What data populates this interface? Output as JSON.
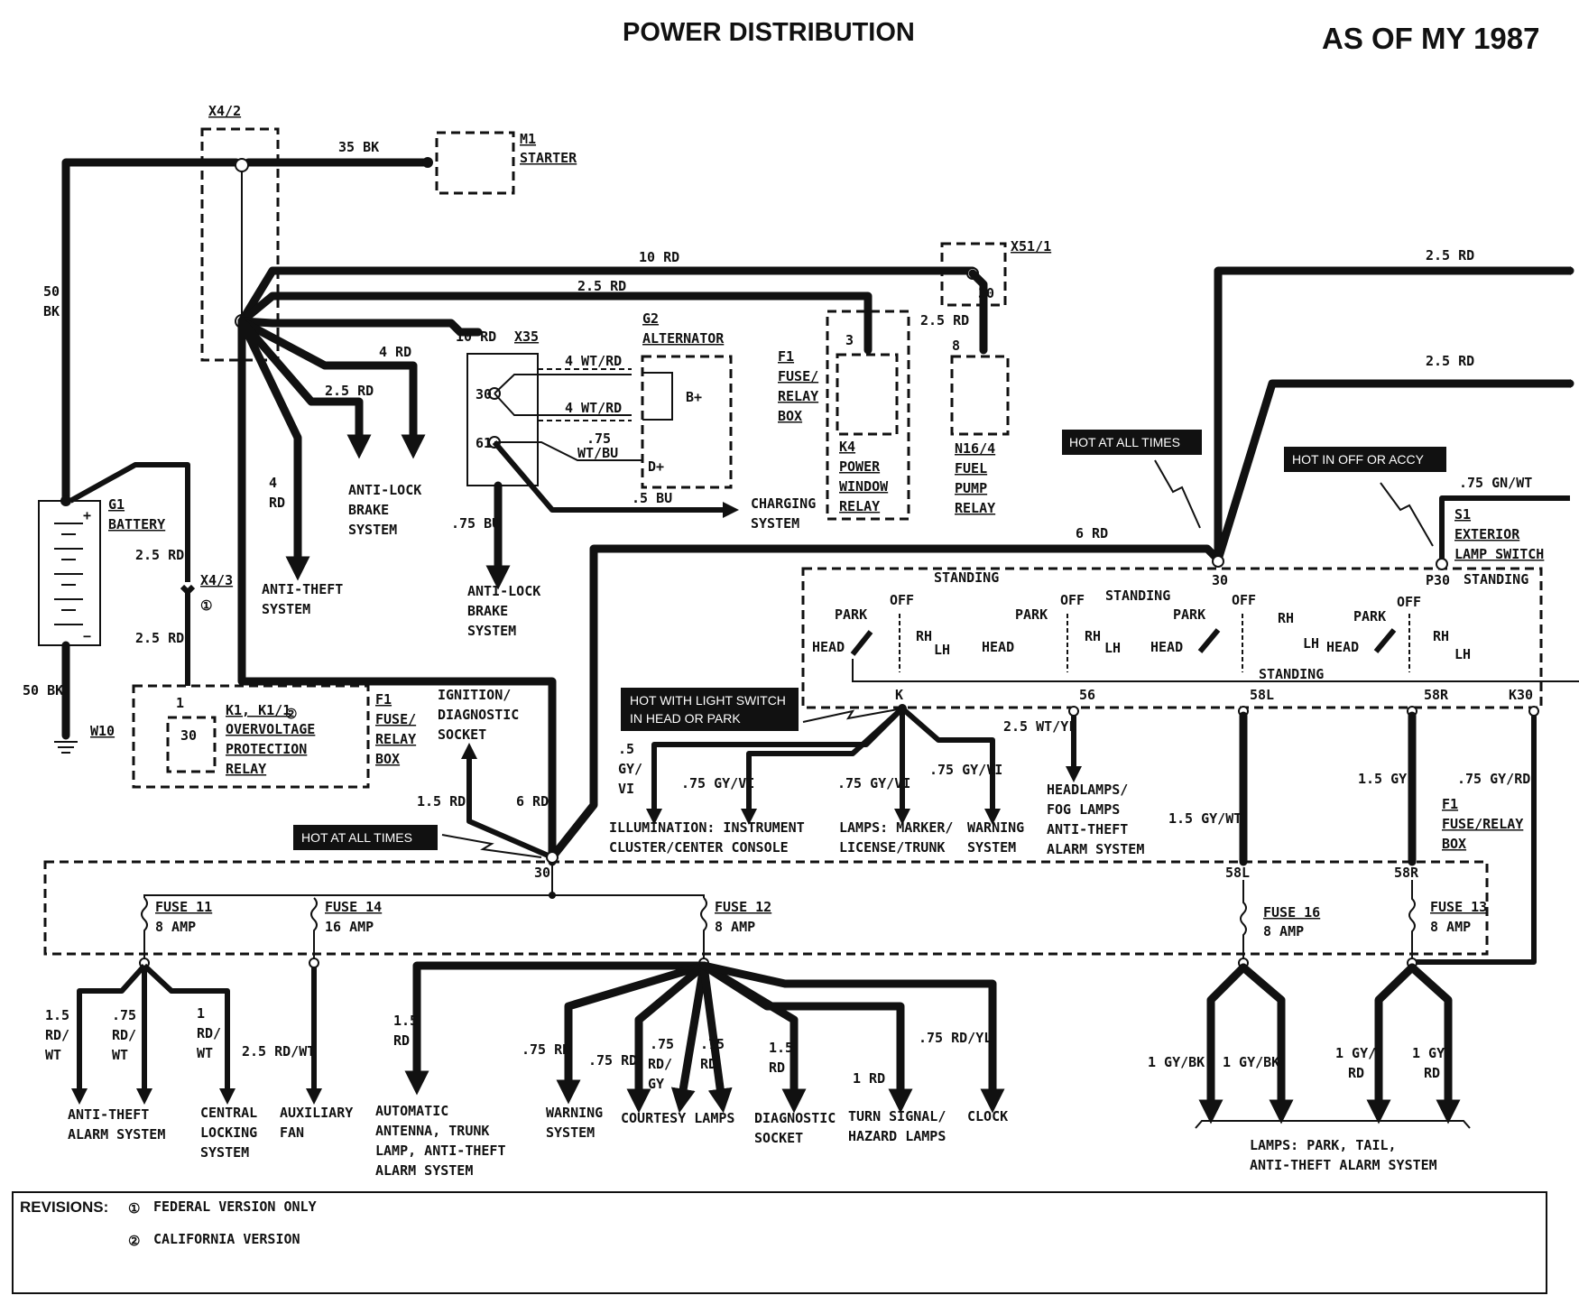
{
  "header": {
    "title": "POWER DISTRIBUTION",
    "model_year": "AS OF MY 1987"
  },
  "components": {
    "x4_2": "X4/2",
    "m1": "M1",
    "starter": "STARTER",
    "x51_1": "X51/1",
    "x35": "X35",
    "g2": "G2",
    "alternator": "ALTERNATOR",
    "f1_a": "F1",
    "fuse_a": "FUSE/",
    "relay_a": "RELAY",
    "box_a": "BOX",
    "k4": "K4",
    "power": "POWER",
    "window": "WINDOW",
    "relay_k4": "RELAY",
    "n16_4": "N16/4",
    "fuel": "FUEL",
    "pump": "PUMP",
    "relay_n16": "RELAY",
    "g1": "G1",
    "battery": "BATTERY",
    "x4_3": "X4/3",
    "w10": "W10",
    "k1": "K1, K1/1",
    "overvoltage": "OVERVOLTAGE",
    "protection": "PROTECTION",
    "relay_k1": "RELAY",
    "f1_b": "F1",
    "fuse_b": "FUSE/",
    "relay_b": "RELAY",
    "box_b": "BOX",
    "s1": "S1",
    "exterior": "EXTERIOR",
    "lamp_switch": "LAMP SWITCH",
    "f1_c": "F1",
    "fuse_relay_c": "FUSE/RELAY",
    "box_c": "BOX"
  },
  "wires": {
    "w35bk": "35 BK",
    "w50bk_top": "50",
    "w50bk_bot": "BK",
    "w10rd": "10 RD",
    "w25rd_a": "2.5 RD",
    "w10rd_x35": "10 RD",
    "w4rd_a": "4 RD",
    "w25rd_b": "2.5 RD",
    "w4rd_b_top": "4",
    "w4rd_b_bot": "RD",
    "w4wtrd_a": "4 WT/RD",
    "w4wtrd_b": "4 WT/RD",
    "w75_top": ".75",
    "w75_bot": "WT/BU",
    "w5bu": ".5 BU",
    "w75bu": ".75 BU",
    "w25rd_n16": "2.5 RD",
    "w25rd_x43a": "2.5 RD",
    "w25rd_x43b": "2.5 RD",
    "w50bk_w10": "50 BK",
    "w6rd_a": "6 RD",
    "w25rd_r1": "2.5 RD",
    "w25rd_r2": "2.5 RD",
    "w75gnwt": ".75 GN/WT",
    "w15rd_ign": "1.5 RD",
    "w6rd_b": "6 RD",
    "w5gy_a": ".5",
    "w5gy_b": "GY/",
    "w5gy_c": "VI",
    "w75gyvi_a": ".75 GY/VI",
    "w75gyvi_b": ".75 GY/VI",
    "w75gyvi_c": ".75 GY/VI",
    "w25wtyl": "2.5 WT/YL",
    "w15gywt": "1.5 GY/WT",
    "w15gy": "1.5 GY",
    "w75gyrd": ".75 GY/RD"
  },
  "pins": {
    "p30_x35": "30",
    "p61_x35": "61",
    "p_bplus": "B+",
    "p_dplus": "D+",
    "p3_k4": "3",
    "p8_n16": "8",
    "p30_x51": "30",
    "p30_k1": "30",
    "p1_k1": "1",
    "p30_s1": "30",
    "pP30": "P30",
    "pK": "K",
    "p56": "56",
    "p58L": "58L",
    "p58R": "58R",
    "pK30": "K30",
    "p30_fuse": "30",
    "p58L_f": "58L",
    "p58R_f": "58R",
    "circ1": "①",
    "circ2": "②"
  },
  "switch_labels": {
    "standing_1": "STANDING",
    "park_1": "PARK",
    "off_1": "OFF",
    "head_1": "HEAD",
    "rh_1": "RH",
    "lh_1": "LH",
    "park_2": "PARK",
    "off_2": "OFF",
    "standing_2": "STANDING",
    "head_2": "HEAD",
    "rh_2": "RH",
    "lh_2": "LH",
    "park_3": "PARK",
    "off_3": "OFF",
    "head_3": "HEAD",
    "rh_3": "RH",
    "lh_3": "LH",
    "standing_3": "STANDING",
    "park_4": "PARK",
    "off_4": "OFF",
    "head_4": "HEAD",
    "standing_4": "STANDING",
    "rh_4": "RH",
    "lh_4": "LH"
  },
  "flags": {
    "hot_all_times_1": "HOT AT ALL TIMES",
    "hot_off_accy": "HOT IN OFF OR ACCY",
    "hot_light_a": "HOT WITH LIGHT SWITCH",
    "hot_light_b": "IN HEAD OR PARK",
    "hot_all_times_2": "HOT AT ALL TIMES"
  },
  "fuses": {
    "f11": "FUSE 11",
    "f11_amp": "8 AMP",
    "f14": "FUSE 14",
    "f14_amp": "16 AMP",
    "f12": "FUSE 12",
    "f12_amp": "8 AMP",
    "f16": "FUSE 16",
    "f16_amp": "8 AMP",
    "f13": "FUSE 13",
    "f13_amp": "8 AMP"
  },
  "destinations": {
    "abs_1a": "ANTI-LOCK",
    "abs_1b": "BRAKE",
    "abs_1c": "SYSTEM",
    "at_1a": "ANTI-THEFT",
    "at_1b": "SYSTEM",
    "abs_2a": "ANTI-LOCK",
    "abs_2b": "BRAKE",
    "abs_2c": "SYSTEM",
    "charging_a": "CHARGING",
    "charging_b": "SYSTEM",
    "ign_a": "IGNITION/",
    "ign_b": "DIAGNOSTIC",
    "ign_c": "SOCKET",
    "illum_a": "ILLUMINATION: INSTRUMENT",
    "illum_b": "CLUSTER/CENTER CONSOLE",
    "lamps_a": "LAMPS: MARKER/",
    "lamps_b": "LICENSE/TRUNK",
    "warn_a": "WARNING",
    "warn_b": "SYSTEM",
    "head_a": "HEADLAMPS/",
    "head_b": "FOG LAMPS",
    "head_c": "ANTI-THEFT",
    "head_d": "ALARM SYSTEM"
  },
  "bottom_branches": {
    "b1a": "1.5",
    "b1b": "RD/",
    "b1c": "WT",
    "b2a": ".75",
    "b2b": "RD/",
    "b2c": "WT",
    "b3a": "1",
    "b3b": "RD/",
    "b3c": "WT",
    "b4": "2.5 RD/WT",
    "b5a": "1.5",
    "b5b": "RD",
    "b6": ".75 RD",
    "b7": ".75 RD",
    "b8a": ".75",
    "b8b": "RD/",
    "b8c": "GY",
    "b9a": ".75",
    "b9b": "RD",
    "b10a": "1.5",
    "b10b": "RD",
    "b11": "1 RD",
    "b12": ".75 RD/YL",
    "b13": "1 GY/BK",
    "b14": "1 GY/BK",
    "b15a": "1 GY/",
    "b15b": "RD",
    "b16a": "1 GY/",
    "b16b": "RD"
  },
  "bottom_destinations": {
    "atas_a": "ANTI-THEFT",
    "atas_b": "ALARM SYSTEM",
    "cls_a": "CENTRAL",
    "cls_b": "LOCKING",
    "cls_c": "SYSTEM",
    "aux_a": "AUXILIARY",
    "aux_b": "FAN",
    "auto_a": "AUTOMATIC",
    "auto_b": "ANTENNA, TRUNK",
    "auto_c": "LAMP, ANTI-THEFT",
    "auto_d": "ALARM SYSTEM",
    "warn_a": "WARNING",
    "warn_b": "SYSTEM",
    "courtesy": "COURTESY LAMPS",
    "diag_a": "DIAGNOSTIC",
    "diag_b": "SOCKET",
    "turn_a": "TURN SIGNAL/",
    "turn_b": "HAZARD LAMPS",
    "clock": "CLOCK",
    "park_a": "LAMPS: PARK, TAIL,",
    "park_b": "ANTI-THEFT ALARM SYSTEM"
  },
  "revisions": {
    "label": "REVISIONS:",
    "r1_mark": "①",
    "r1_text": "FEDERAL VERSION ONLY",
    "r2_mark": "②",
    "r2_text": "CALIFORNIA VERSION"
  }
}
